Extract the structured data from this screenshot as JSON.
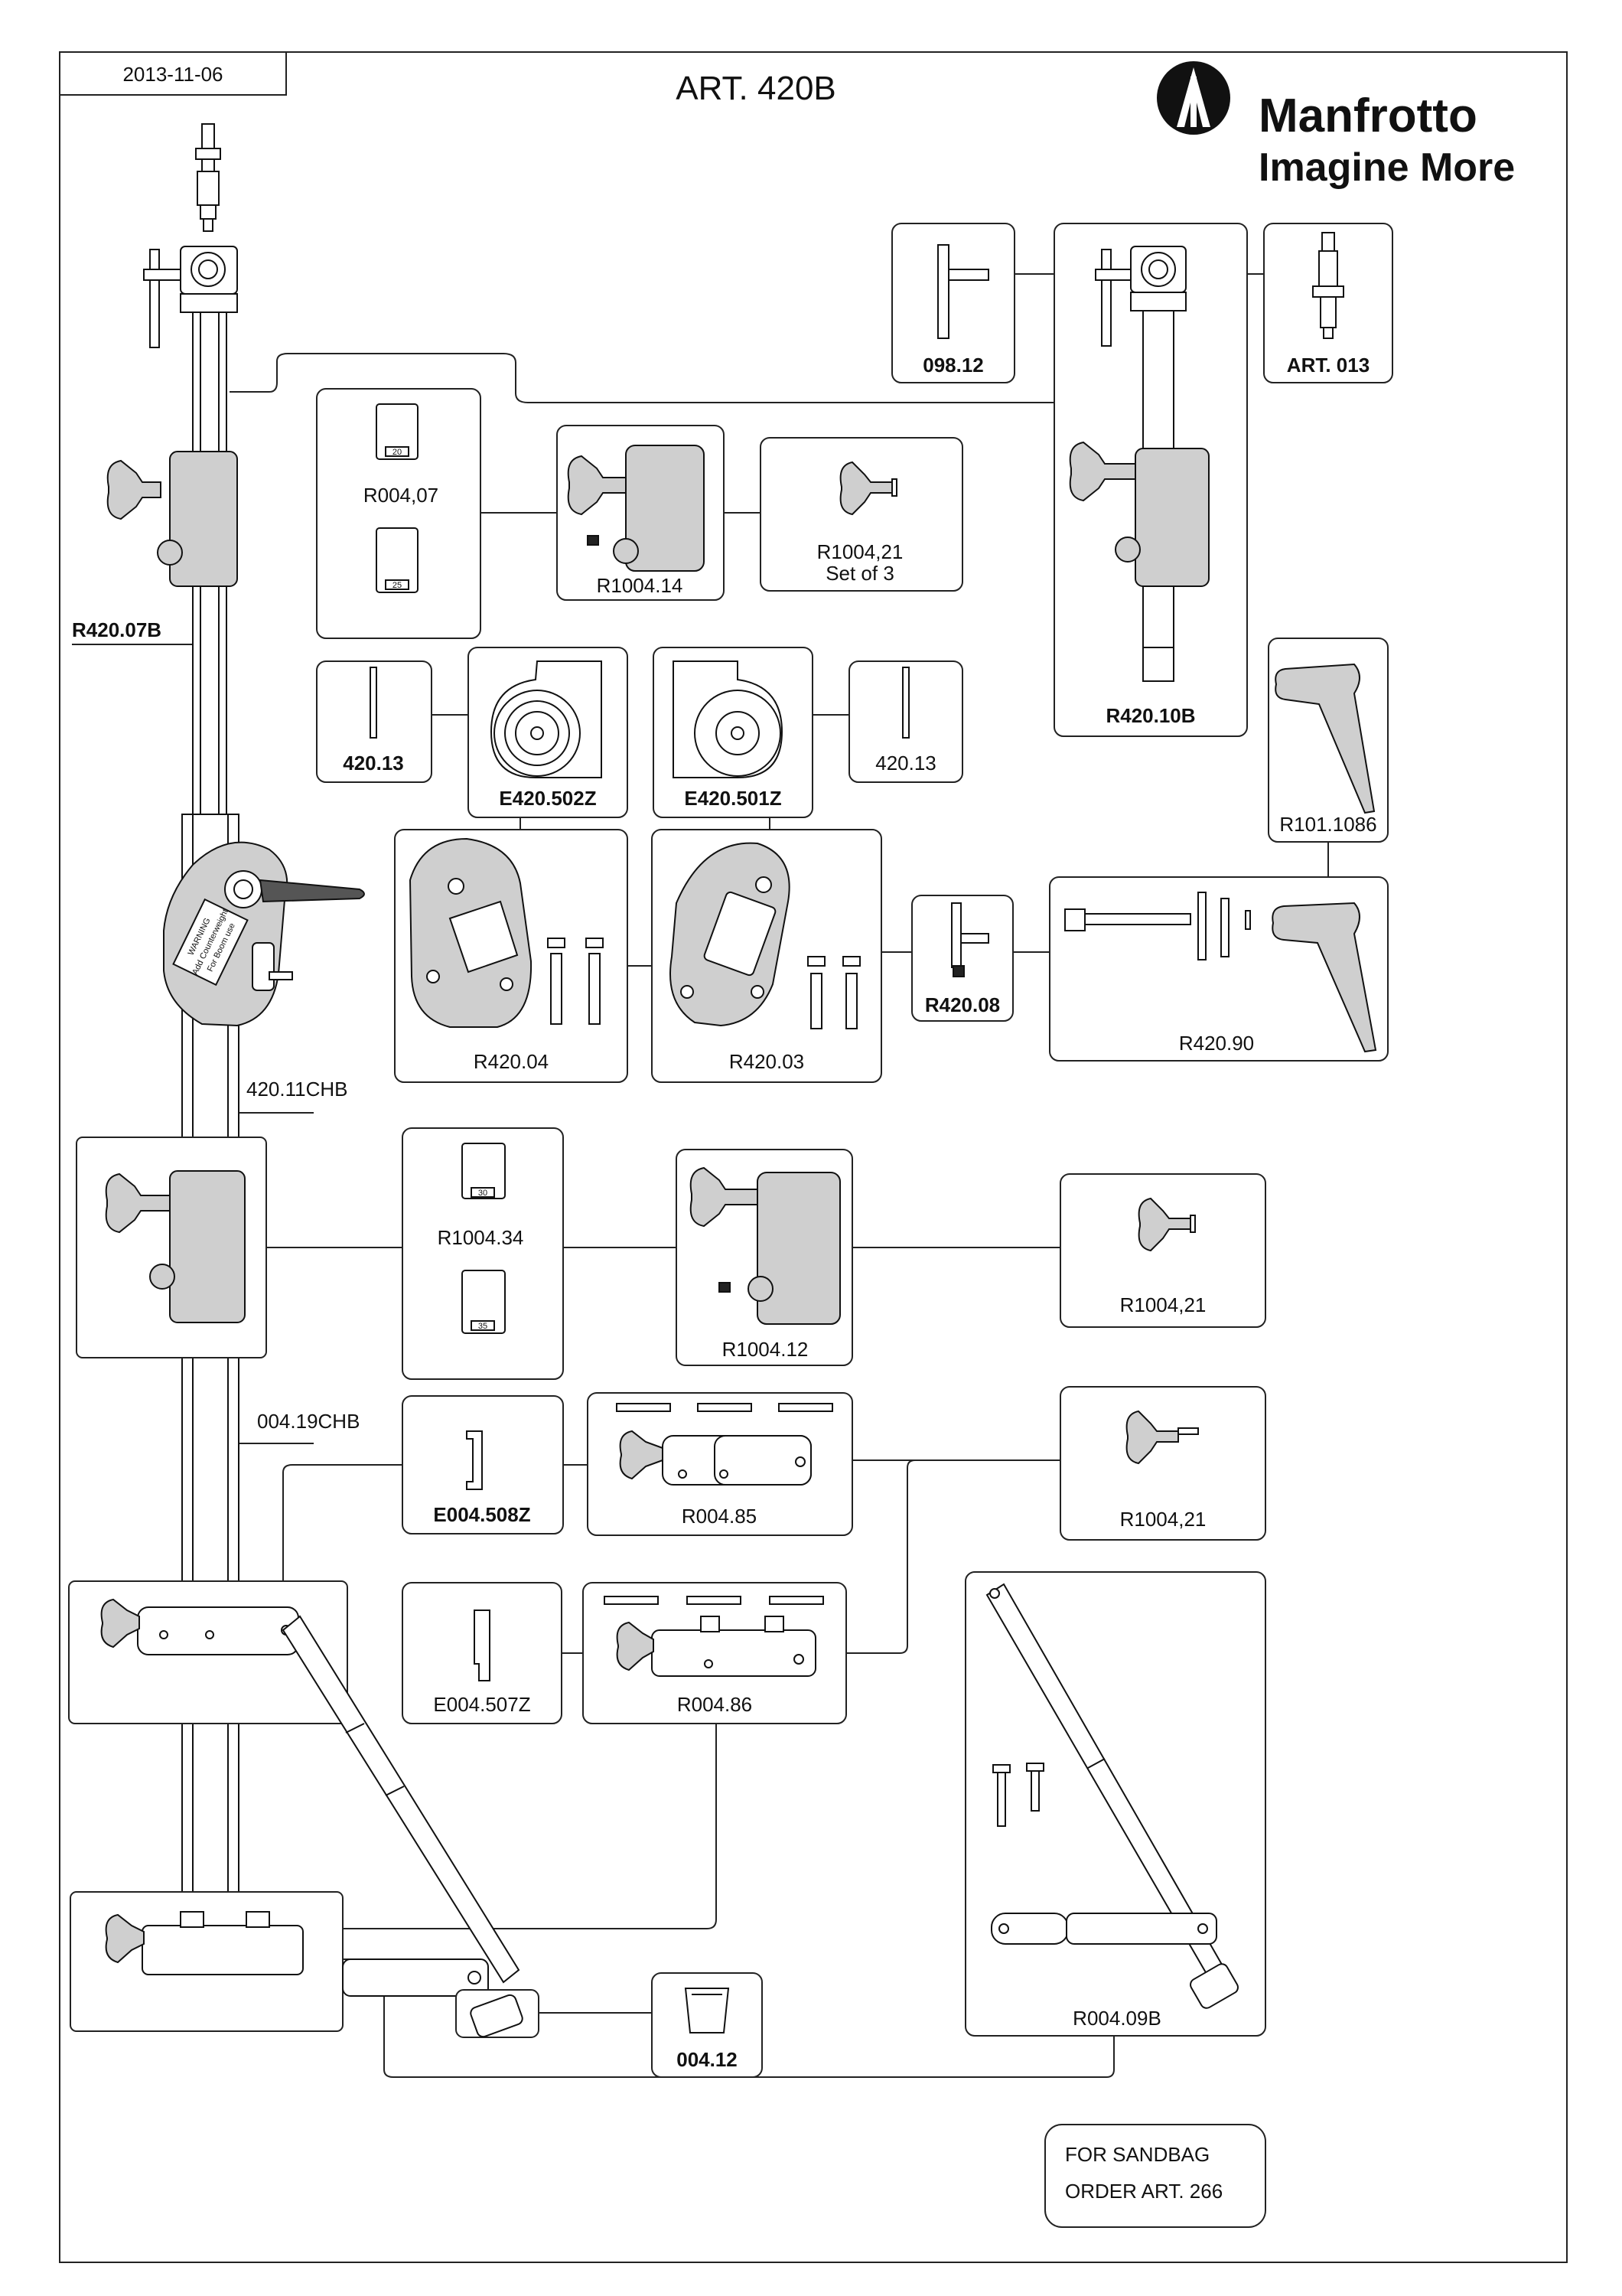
{
  "header": {
    "date": "2013-11-06",
    "title": "ART. 420B"
  },
  "brand": {
    "name": "Manfrotto",
    "tagline": "Imagine More"
  },
  "parts": {
    "p09812": "098.12",
    "art013": "ART. 013",
    "r42010b": "R420.10B",
    "r00407": "R004,07",
    "r100414": "R1004.14",
    "r100421_set_line1": "R1004,21",
    "r100421_set_line2": "Set of 3",
    "r42007b": "R420.07B",
    "p42013_left": "420.13",
    "e420502z": "E420.502Z",
    "e420501z": "E420.501Z",
    "p42013_right": "420.13",
    "r1011086": "R101.1086",
    "r42004": "R420.04",
    "r42003": "R420.03",
    "r42008": "R420.08",
    "r42090": "R420.90",
    "p42011chb": "420.11CHB",
    "r100434": "R1004.34",
    "r100412": "R1004.12",
    "r100421_a": "R1004,21",
    "p00419chb": "004.19CHB",
    "e004508z": "E004.508Z",
    "r00485": "R004.85",
    "r100421_b": "R1004,21",
    "e004507z": "E004.507Z",
    "r00486": "R004.86",
    "r00409b": "R004.09B",
    "p00412": "004.12"
  },
  "shim_labels": {
    "s20": "20",
    "s25": "25",
    "s30": "30",
    "s35": "35"
  },
  "warning_sticker": {
    "line1": "WARNING",
    "line2": "Add Counterweight",
    "line3": "For Boom use"
  },
  "note": {
    "line1": "FOR SANDBAG",
    "line2": "ORDER ART. 266"
  }
}
